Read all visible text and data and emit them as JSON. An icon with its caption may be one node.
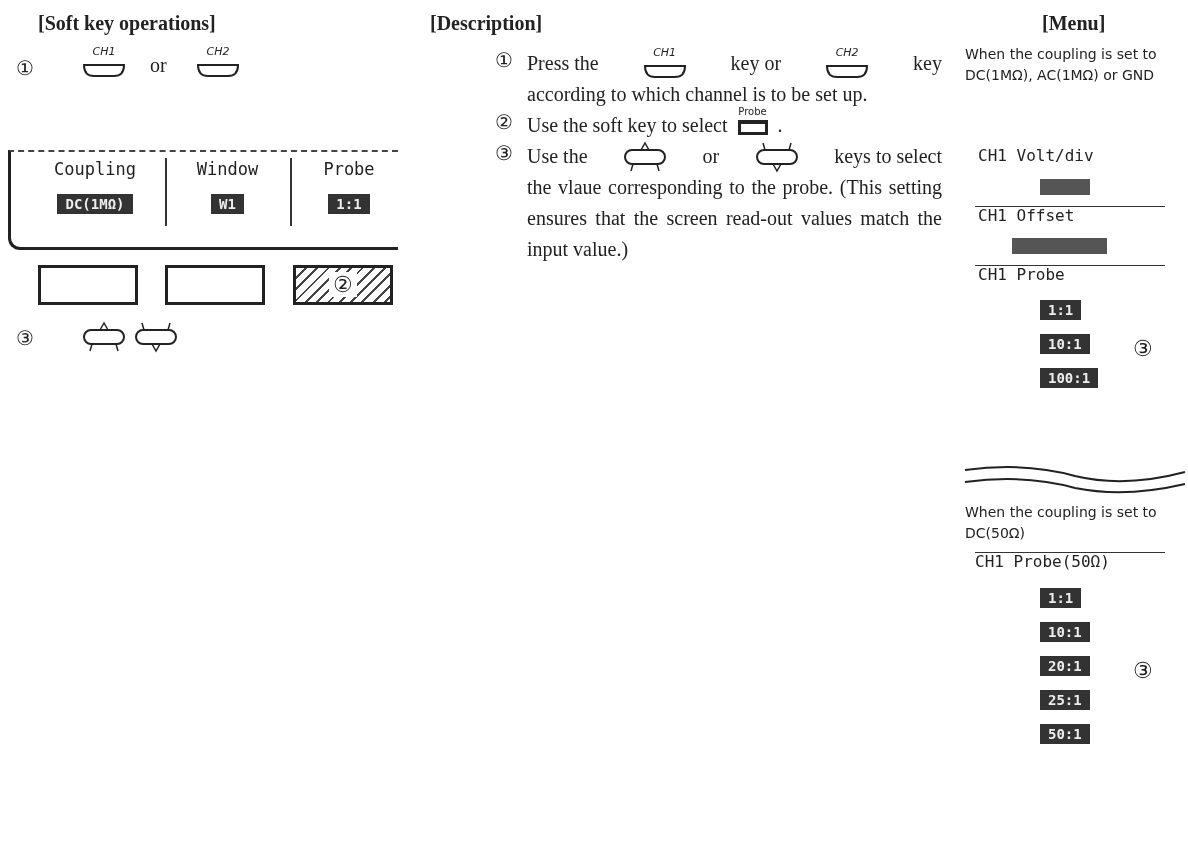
{
  "diagram": {
    "nodes": [
      {
        "text": [
          "CH1"
        ]
      },
      {
        "text": [
          "CH2"
        ]
      },
      {
        "text": [],
        "shape": "box"
      },
      {
        "text": [
          "Coupling",
          "DC(1MΩ)"
        ],
        "in": 2
      },
      {
        "text": [
          "Window",
          "W1"
        ],
        "in": 2
      },
      {
        "text": [
          "Probe",
          "1:1"
        ],
        "in": 2
      },
      {
        "text": [],
        "shape": "box"
      },
      {
        "text": [],
        "shape": "box"
      },
      {
        "text": [
          "②"
        ]
      },
      {
        "text": [],
        "shape": "box"
      },
      {
        "text": [],
        "shape": "box"
      },
      {
        "text": [
          "CH1"
        ]
      },
      {
        "text": [
          "CH2"
        ]
      },
      {
        "text": [
          "Probe"
        ]
      },
      {
        "text": [],
        "shape": "box"
      },
      {
        "text": [],
        "shape": "box"
      },
      {
        "text": [],
        "shape": "bar"
      },
      {
        "text": [],
        "shape": "bar"
      },
      {
        "text": [
          "1:1"
        ]
      },
      {
        "text": [
          "10:1"
        ]
      },
      {
        "text": [
          "100:1"
        ]
      },
      {
        "text": [
          "1:1"
        ]
      },
      {
        "text": [
          "10:1"
        ]
      },
      {
        "text": [
          "20:1"
        ]
      },
      {
        "text": [
          "25:1"
        ]
      },
      {
        "text": [
          "50:1"
        ]
      }
    ],
    "labels": [
      "[Soft key operations]",
      "[Description]",
      "[Menu]",
      "①",
      "or",
      "③",
      "①",
      "Press the",
      "key or",
      "key",
      "according to which channel is to be set up.",
      "②",
      "Use the soft key to select",
      ".",
      "③",
      "Use the",
      "or",
      "keys to select",
      "the vlaue corresponding to the probe. (This setting ensures that the screen read-out values match the input value.)",
      "When the coupling is set to DC(1MΩ), AC(1MΩ) or GND",
      "CH1 Volt/div",
      "CH1 Offset",
      "CH1 Probe",
      "③",
      "When the coupling is set to DC(50Ω)",
      "CH1 Probe(50Ω)",
      "③"
    ]
  }
}
